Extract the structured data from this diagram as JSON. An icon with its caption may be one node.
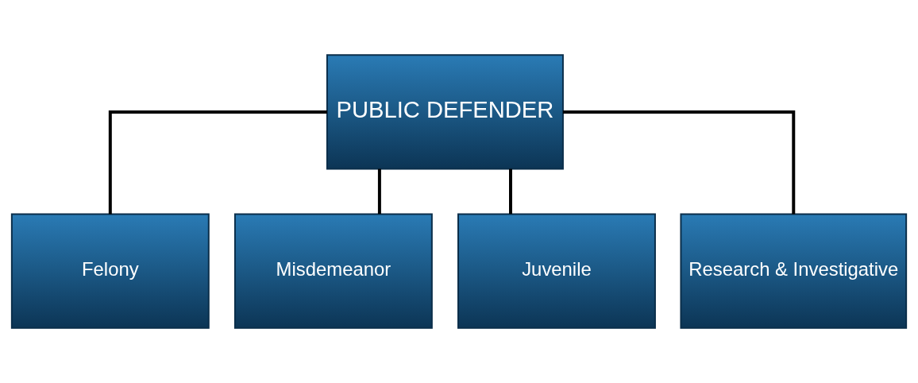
{
  "diagram": {
    "nodes": [
      {
        "text": [
          "PUBLIC DEFENDER"
        ]
      },
      {
        "text": [
          "Felony"
        ]
      },
      {
        "text": [
          "Misdemeanor"
        ]
      },
      {
        "text": [
          "Juvenile"
        ]
      },
      {
        "text": [
          "Research & Investigative"
        ]
      }
    ],
    "edges": [
      {
        "from": 0,
        "to": 1,
        "arrow": "none"
      },
      {
        "from": 0,
        "to": 2,
        "arrow": "none"
      },
      {
        "from": 0,
        "to": 3,
        "arrow": "none"
      },
      {
        "from": 0,
        "to": 4,
        "arrow": "none"
      }
    ]
  }
}
